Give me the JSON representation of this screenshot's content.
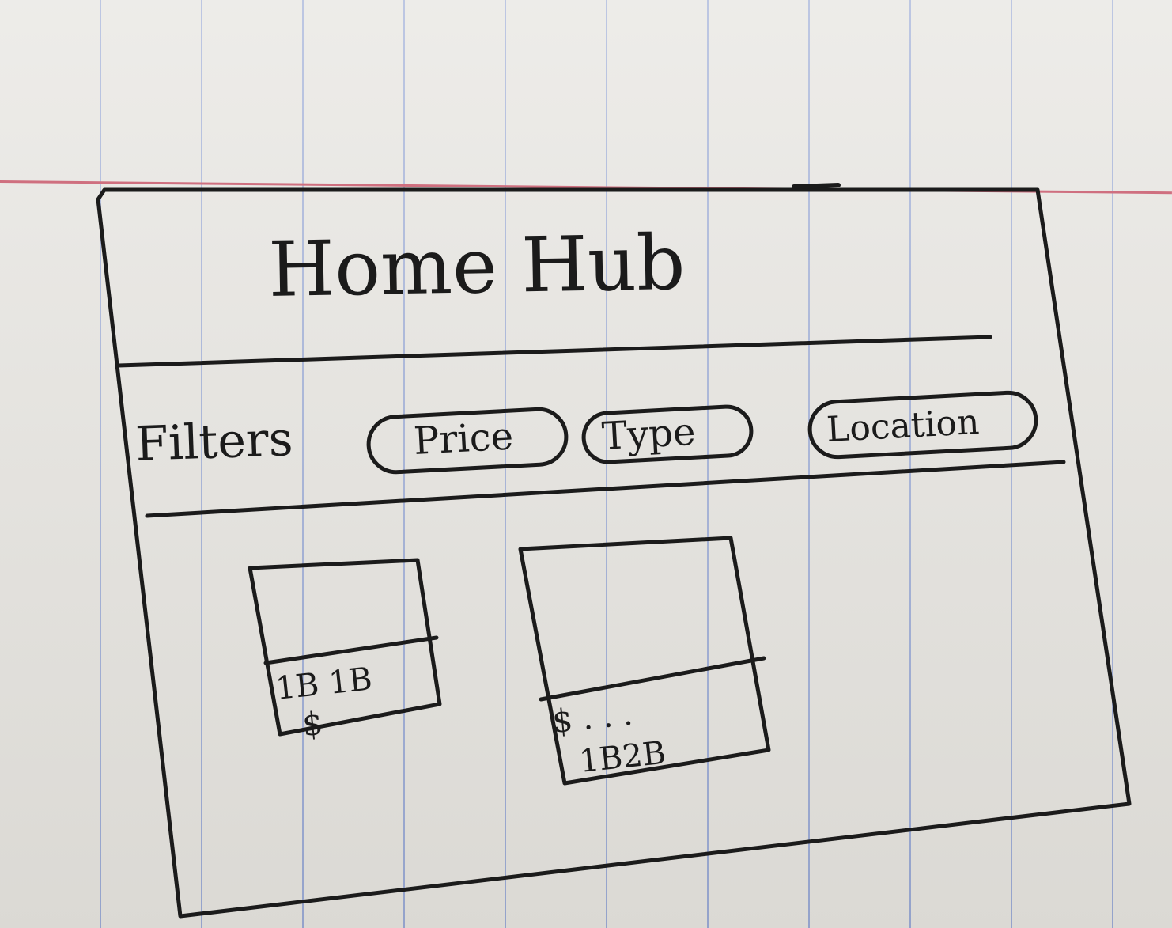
{
  "app": {
    "title": "Home Hub"
  },
  "filters": {
    "label": "Filters",
    "chips": [
      {
        "label": "Price"
      },
      {
        "label": "Type"
      },
      {
        "label": "Location"
      }
    ]
  },
  "listings": [
    {
      "beds_baths": "1B 1B",
      "price": "$"
    },
    {
      "price": "$ . . .",
      "beds_baths": "1B2B"
    }
  ],
  "colors": {
    "ink": "#1b1b1b",
    "paper": "#e4e2dd",
    "ruled_line": "#9aa9d3",
    "margin_line": "#cf6f7f"
  }
}
